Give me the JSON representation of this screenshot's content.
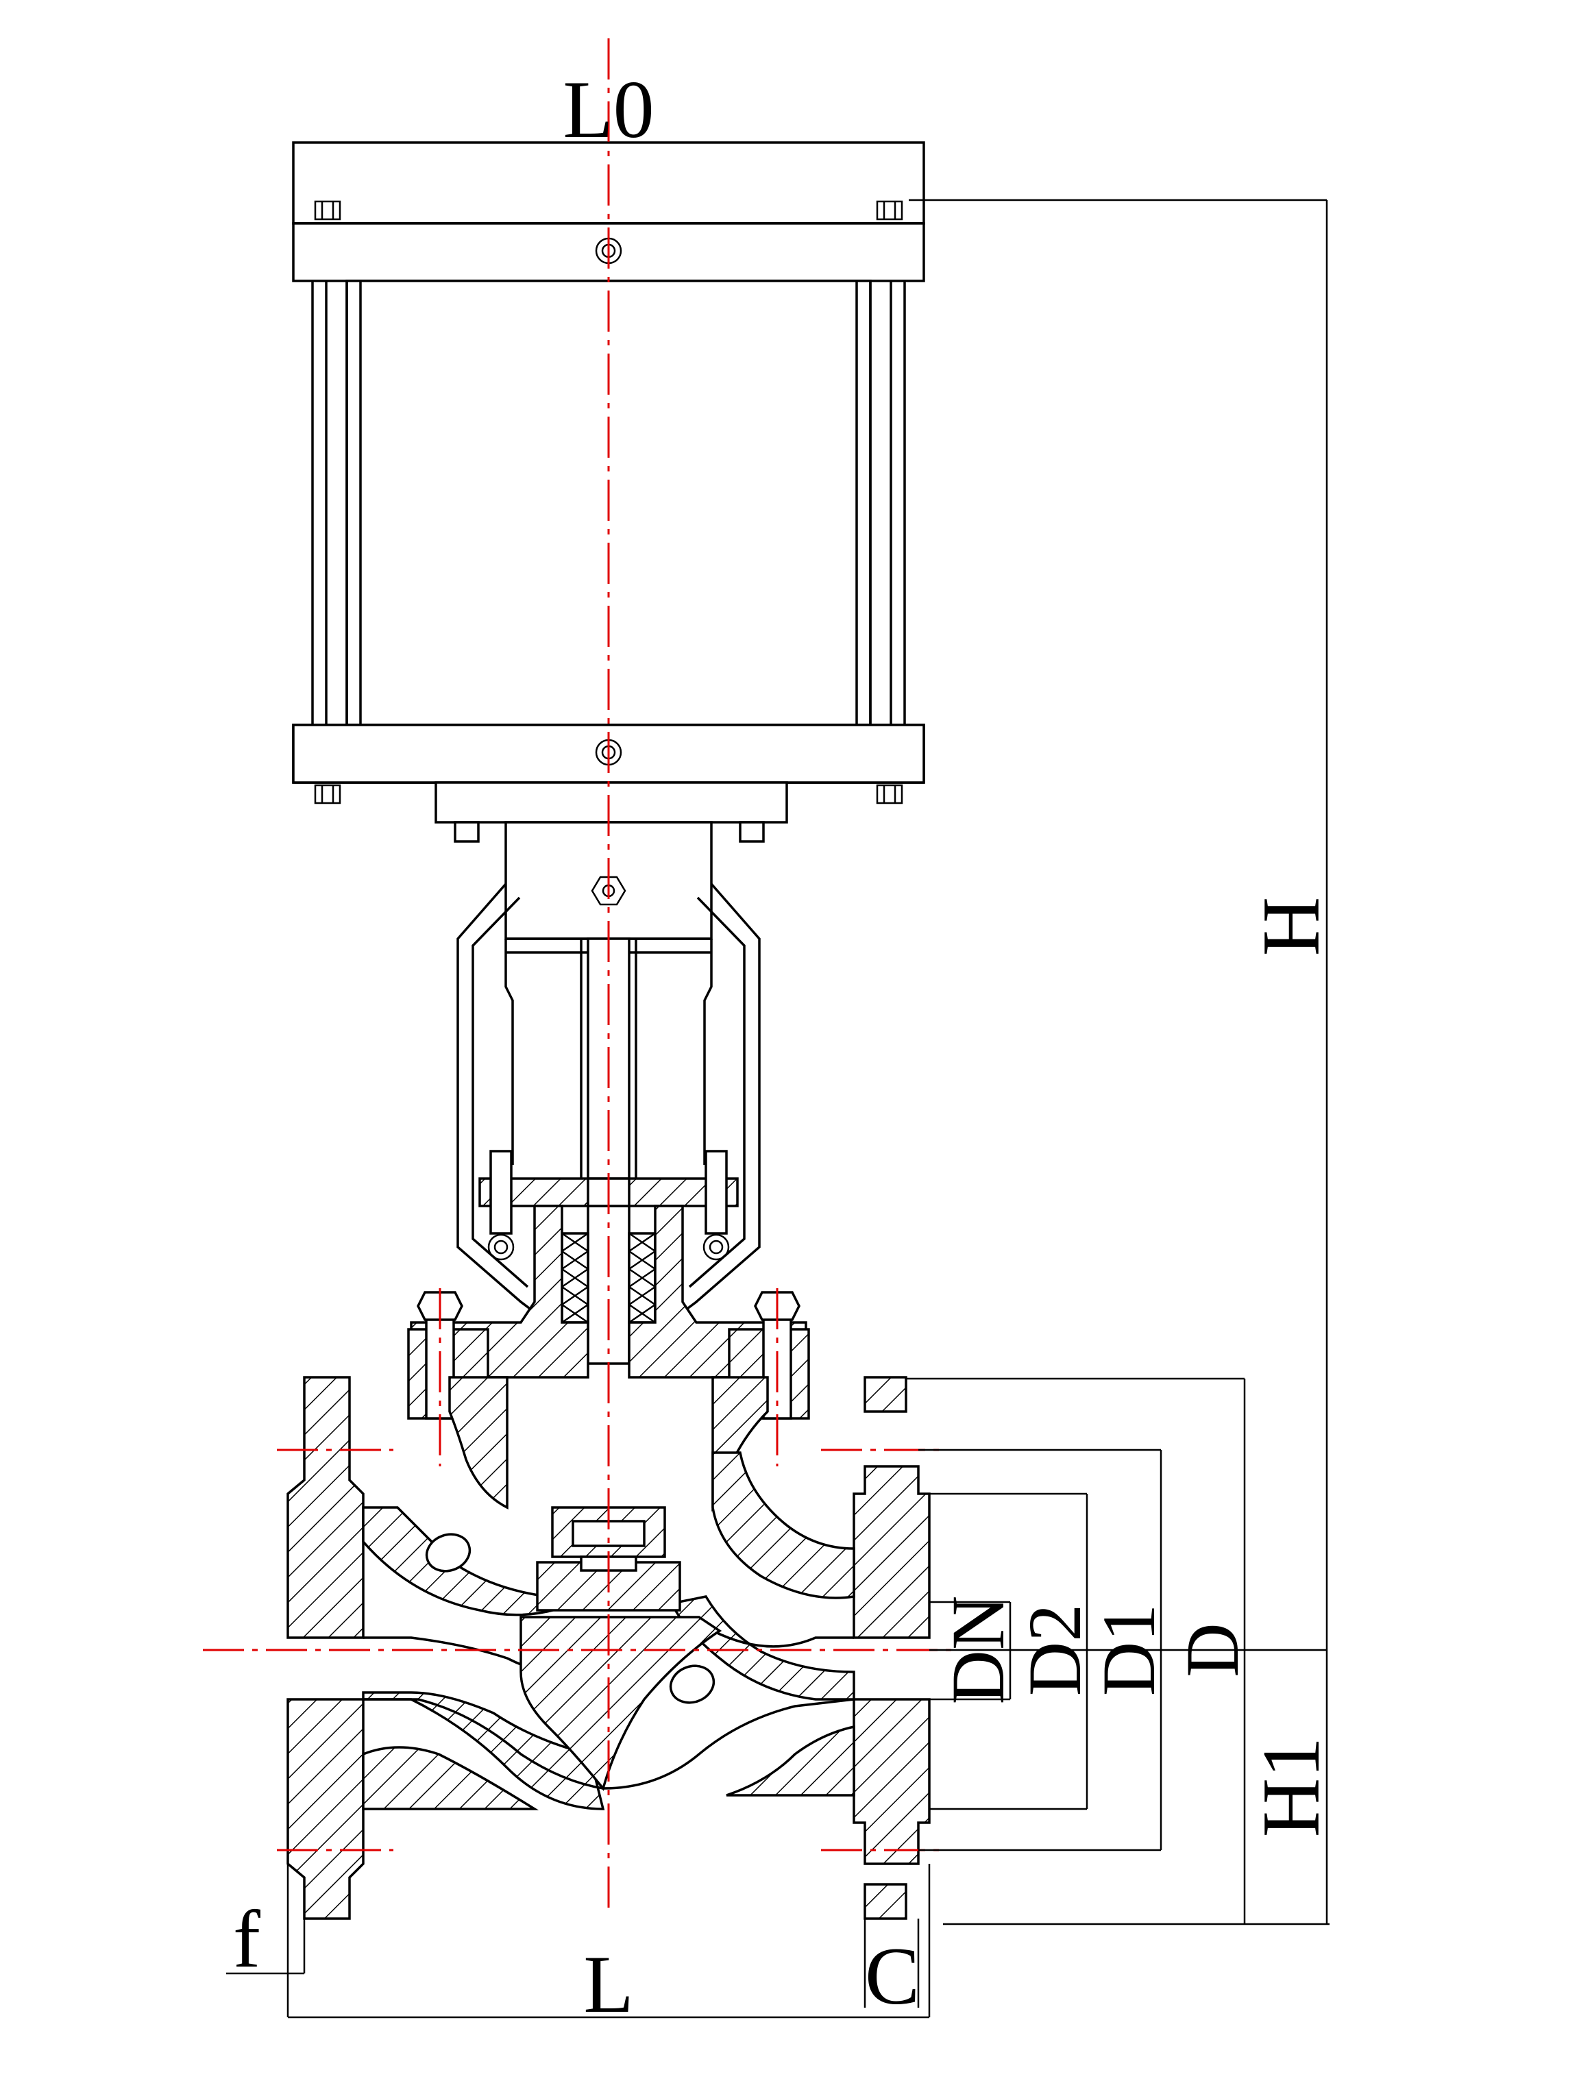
{
  "labels": {
    "L0": "L0",
    "H": "H",
    "H1": "H1",
    "DN": "DN",
    "D2": "D2",
    "D1": "D1",
    "D": "D",
    "L": "L",
    "C": "C",
    "f": "f"
  },
  "colors": {
    "line": "#000000",
    "centerline": "#e00000",
    "background": "#ffffff"
  }
}
